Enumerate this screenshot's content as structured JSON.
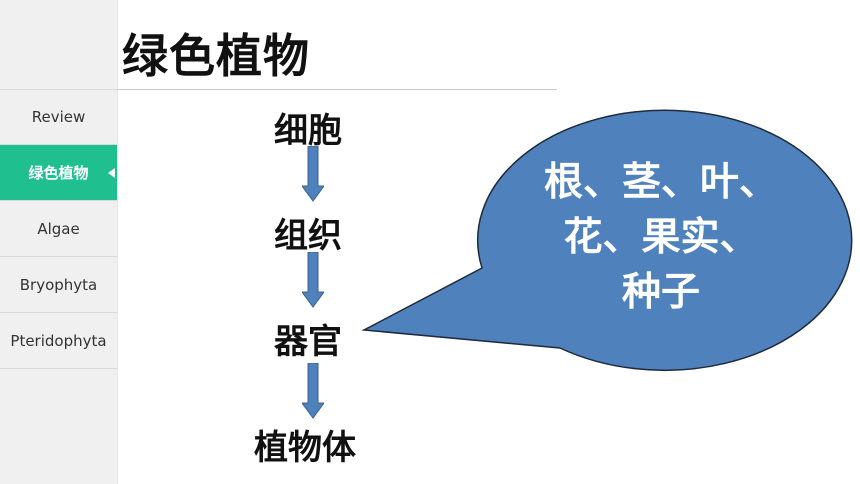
{
  "sidebar": {
    "items": [
      {
        "label": "Review",
        "active": false
      },
      {
        "label": "绿色植物",
        "active": true
      },
      {
        "label": "Algae",
        "active": false
      },
      {
        "label": "Bryophyta",
        "active": false
      },
      {
        "label": "Pteridophyta",
        "active": false
      }
    ]
  },
  "slide": {
    "title": "绿色植物",
    "steps": [
      "细胞",
      "组织",
      "器官",
      "植物体"
    ],
    "callout_lines": [
      "根、茎、叶、",
      "花、果实、",
      "种子"
    ]
  },
  "colors": {
    "sidebar_active": "#1fbf8f",
    "arrow_fill": "#4f81bd",
    "bubble_fill": "#4f81bd",
    "bubble_stroke": "#1f2a3a"
  }
}
